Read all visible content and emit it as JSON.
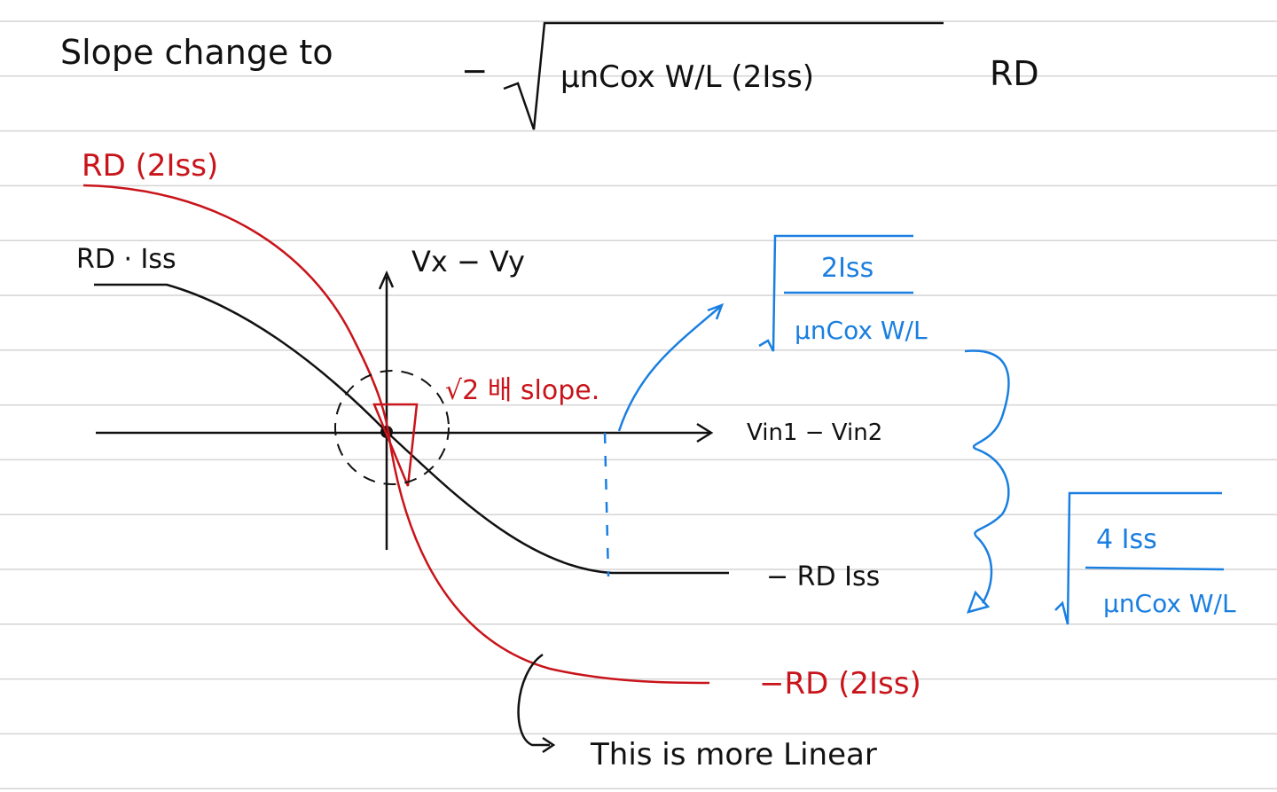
{
  "colors": {
    "ruled_line": "#d4d4d4",
    "ink_black": "#111111",
    "ink_red": "#c8141a",
    "ink_blue": "#1a7fe0"
  },
  "header": {
    "prefix": "Slope change to",
    "minus": "−",
    "radicand": "μnCox W/L (2Iss)",
    "factor": "RD"
  },
  "labels": {
    "red_top": "RD (2Iss)",
    "black_top": "RD · Iss",
    "y_axis": "Vx − Vy",
    "x_axis": "Vin1 − Vin2",
    "red_note": "√2 배 slope.",
    "black_bottom": "− RD Iss",
    "red_bottom": "−RD (2Iss)",
    "linear_note": "This is more Linear"
  },
  "formulas": {
    "top": {
      "numerator": "2Iss",
      "denominator": "μnCox W/L"
    },
    "bottom": {
      "numerator": "4 Iss",
      "denominator": "μnCox W/L"
    }
  }
}
